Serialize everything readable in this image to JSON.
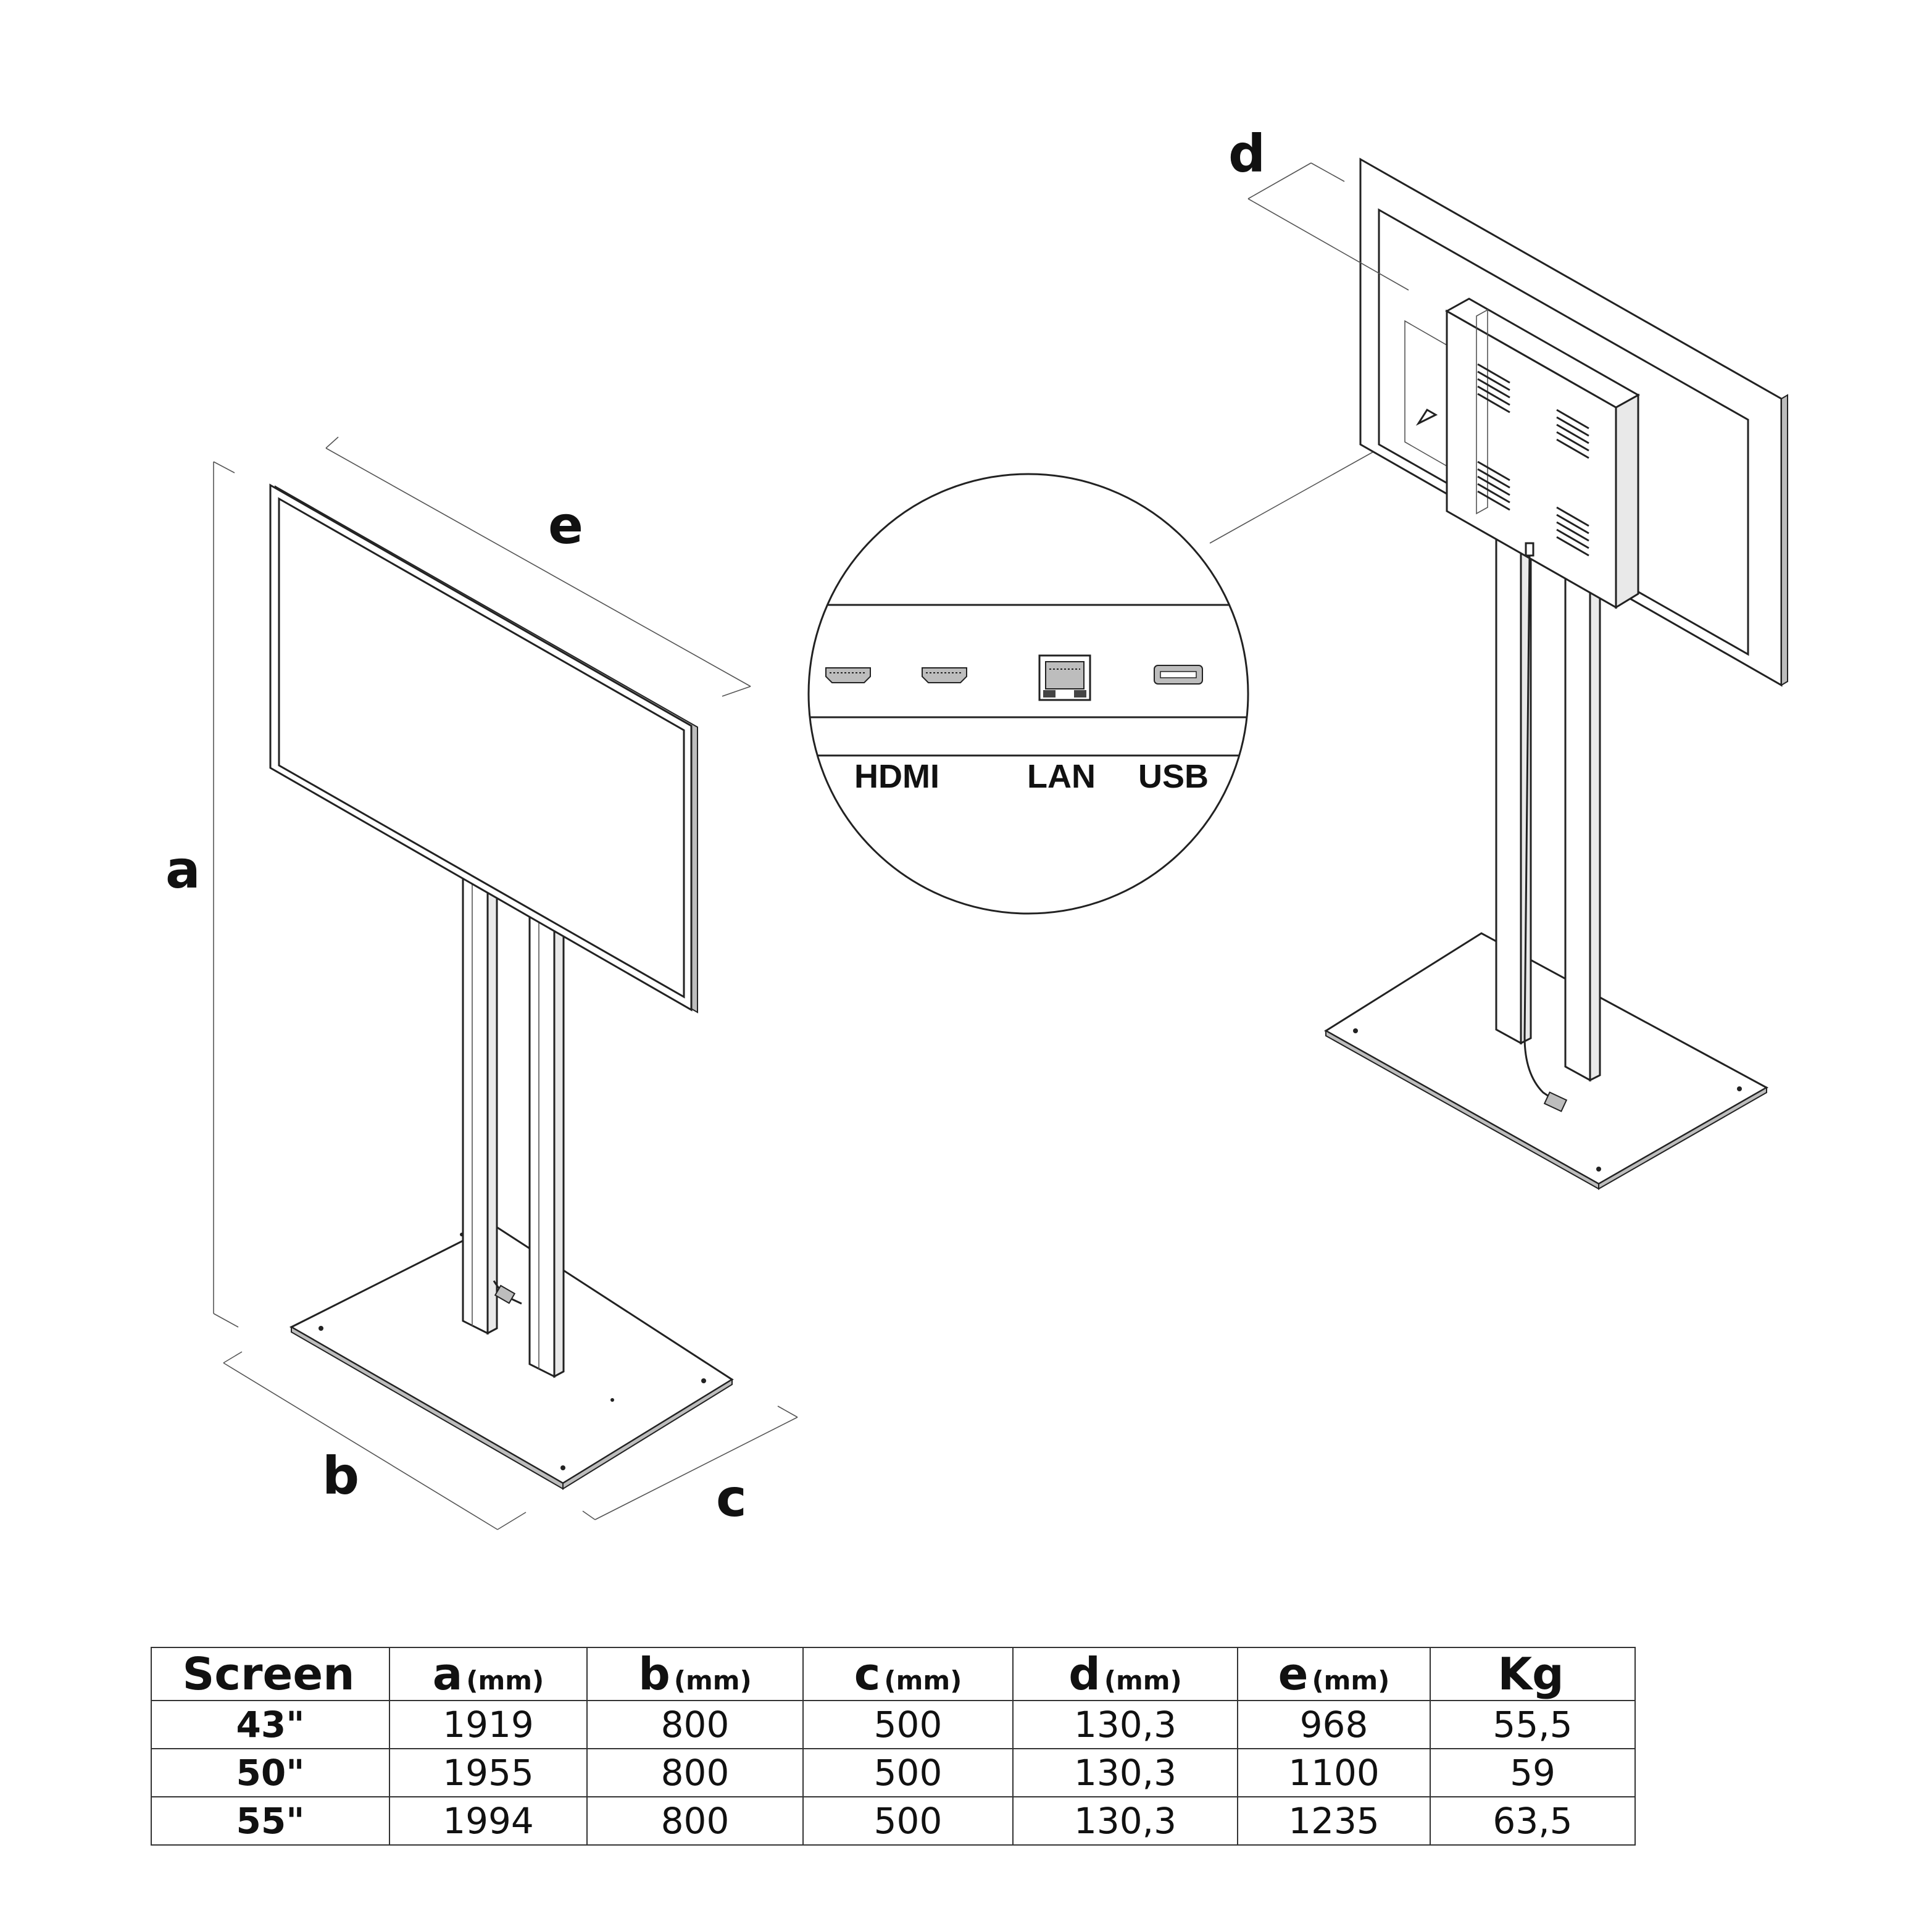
{
  "dimension_labels": {
    "a": "a",
    "b": "b",
    "c": "c",
    "d": "d",
    "e": "e"
  },
  "ports": [
    {
      "label": "HDMI",
      "icon": "hdmi-port-icon"
    },
    {
      "label": "LAN",
      "icon": "lan-port-icon"
    },
    {
      "label": "USB",
      "icon": "usb-port-icon"
    }
  ],
  "table": {
    "headers": [
      {
        "label": "Screen",
        "unit": ""
      },
      {
        "label": "a",
        "unit": "(mm)"
      },
      {
        "label": "b",
        "unit": "(mm)"
      },
      {
        "label": "c",
        "unit": "(mm)"
      },
      {
        "label": "d",
        "unit": "(mm)"
      },
      {
        "label": "e",
        "unit": "(mm)"
      },
      {
        "label": "Kg",
        "unit": ""
      }
    ],
    "rows": [
      [
        "43\"",
        "1919",
        "800",
        "500",
        "130,3",
        "968",
        "55,5"
      ],
      [
        "50\"",
        "1955",
        "800",
        "500",
        "130,3",
        "1100",
        "59"
      ],
      [
        "55\"",
        "1994",
        "800",
        "500",
        "130,3",
        "1235",
        "63,5"
      ]
    ]
  }
}
